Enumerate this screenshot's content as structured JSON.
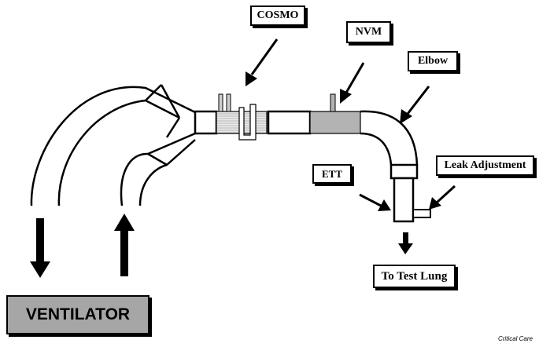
{
  "labels": {
    "cosmo": "COSMO",
    "nvm": "NVM",
    "elbow": "Elbow",
    "ett": "ETT",
    "leak_adjustment": "Leak Adjustment",
    "to_test_lung": "To Test Lung",
    "ventilator": "VENTILATOR"
  },
  "credit": "Critical Care",
  "colors": {
    "line": "#000000",
    "nvm_fill": "#b3b3b3",
    "cosmo_fill": "#e6e6e6",
    "ventilator_fill": "#a6a6a6"
  }
}
